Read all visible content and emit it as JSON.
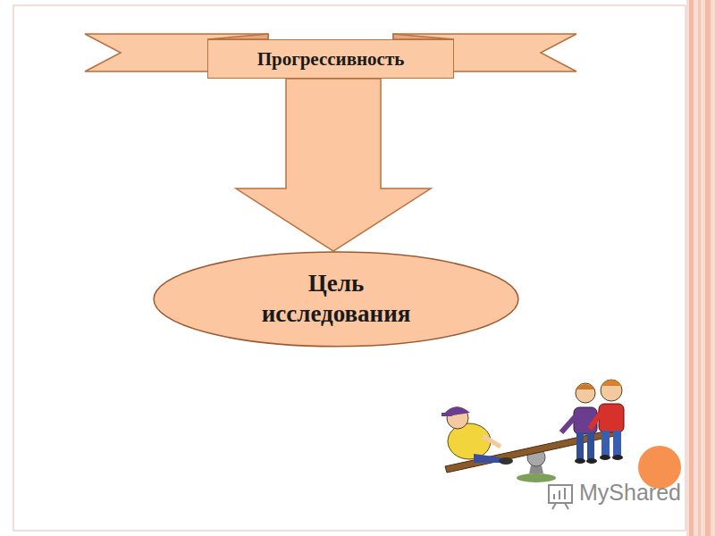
{
  "diagram": {
    "nodes": [
      {
        "text": [
          "Прогрессивность"
        ]
      },
      {
        "text": [
          "Цель исследования"
        ]
      }
    ],
    "edges": [
      {
        "from": 0,
        "to": 1,
        "arrow": "to"
      }
    ],
    "labels": [
      "MyShared"
    ]
  }
}
